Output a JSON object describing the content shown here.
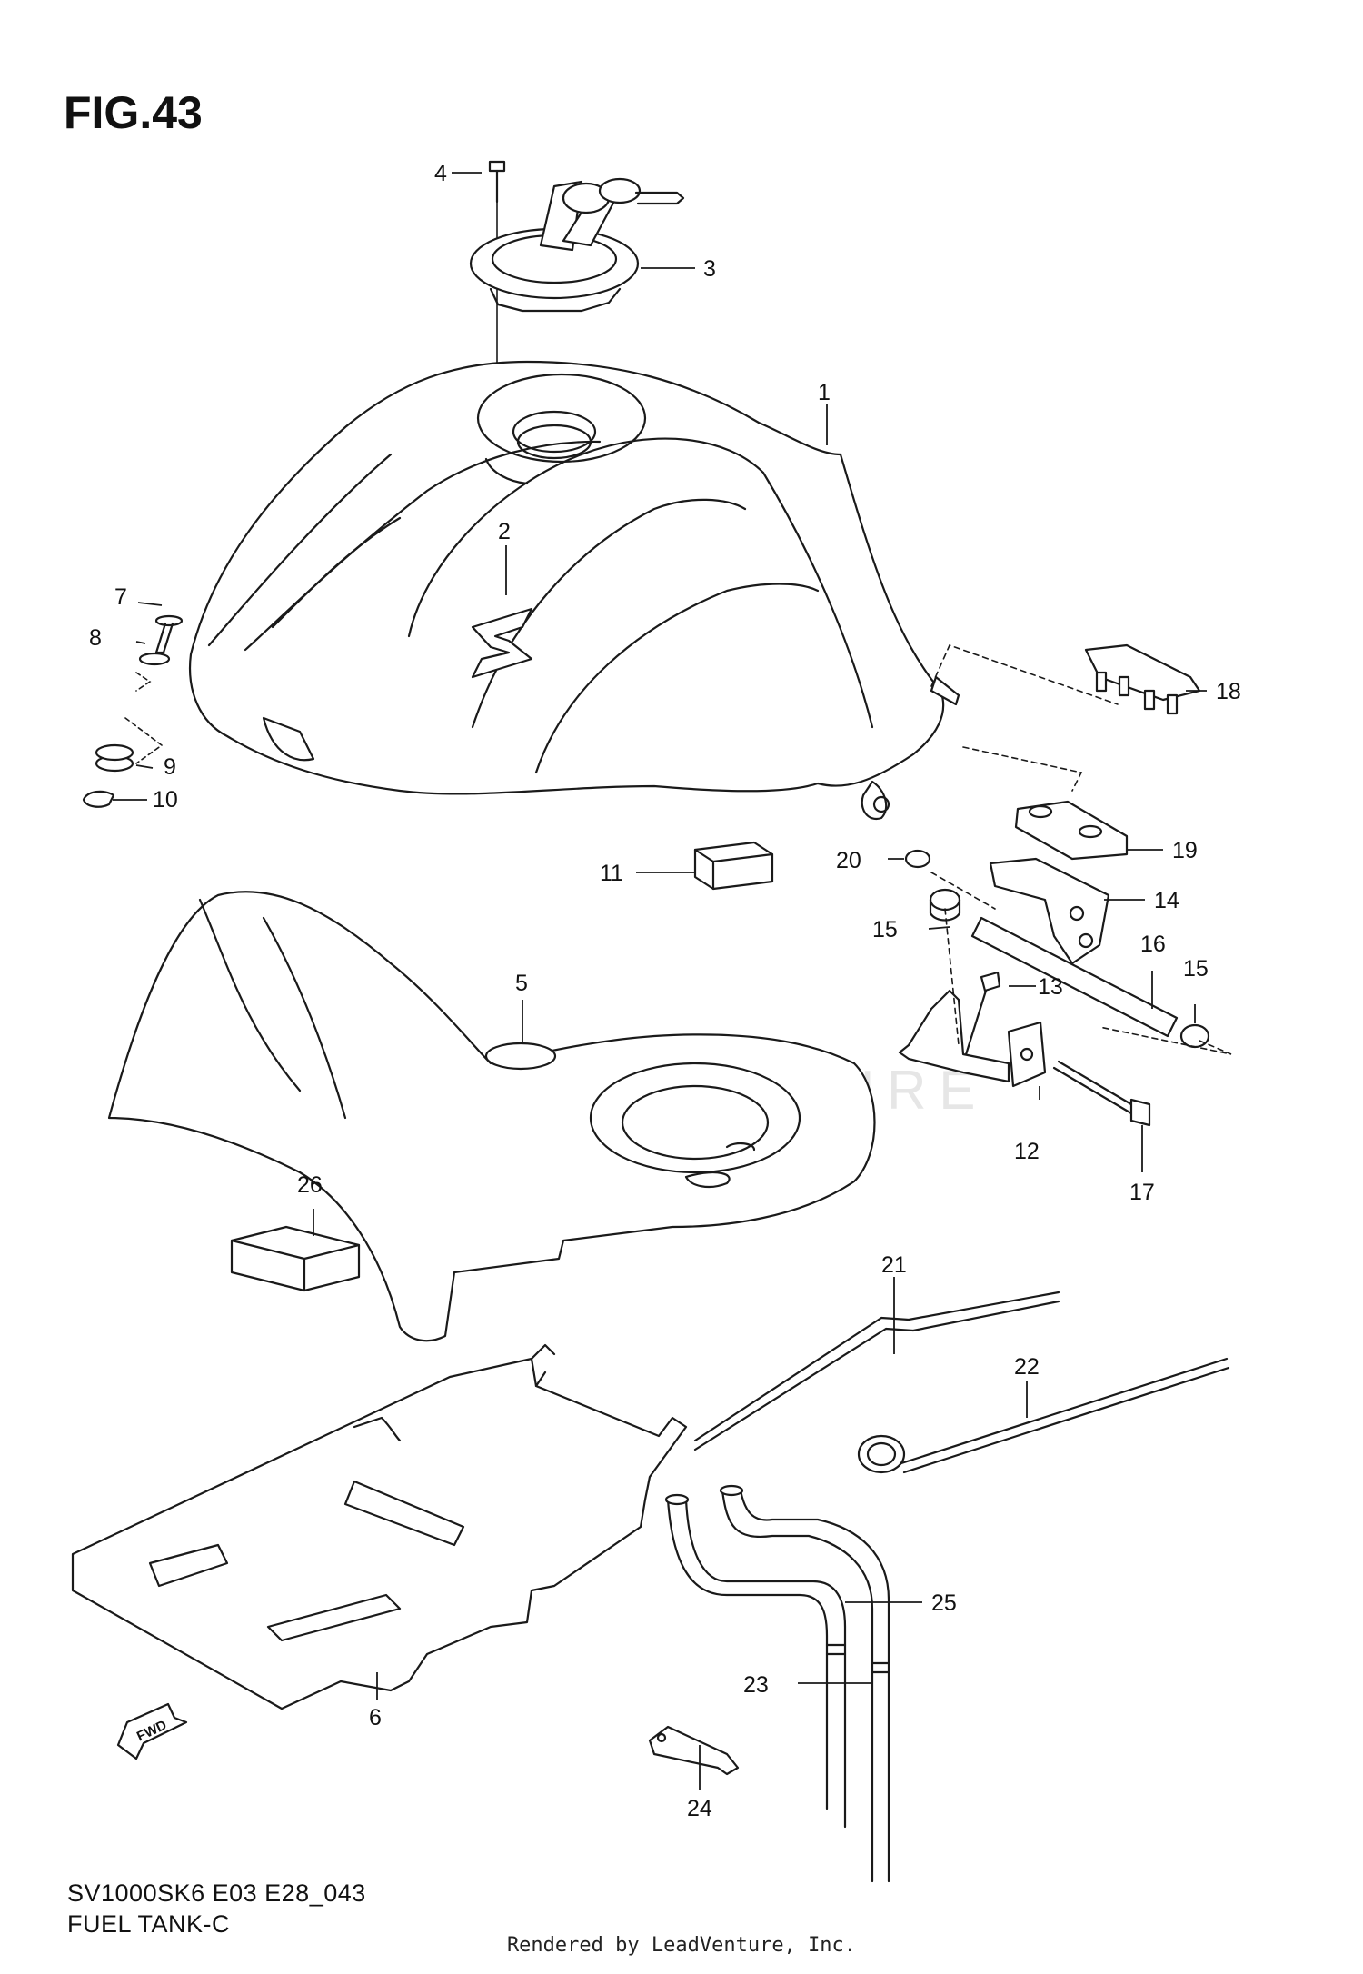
{
  "figure": {
    "label": "FIG.43",
    "model_code": "SV1000SK6 E03 E28_043",
    "diagram_title": "FUEL TANK-C",
    "credit": "Rendered by LeadVenture, Inc.",
    "watermark": "LEADVENTURE",
    "fwd_label": "FWD"
  },
  "callouts": {
    "c1": "1",
    "c2": "2",
    "c3": "3",
    "c4": "4",
    "c5": "5",
    "c6": "6",
    "c7": "7",
    "c8": "8",
    "c9": "9",
    "c10": "10",
    "c11": "11",
    "c12": "12",
    "c13": "13",
    "c14": "14",
    "c15a": "15",
    "c15b": "15",
    "c16": "16",
    "c17": "17",
    "c18": "18",
    "c19": "19",
    "c20": "20",
    "c21": "21",
    "c22": "22",
    "c23": "23",
    "c24": "24",
    "c25": "25",
    "c26": "26"
  }
}
